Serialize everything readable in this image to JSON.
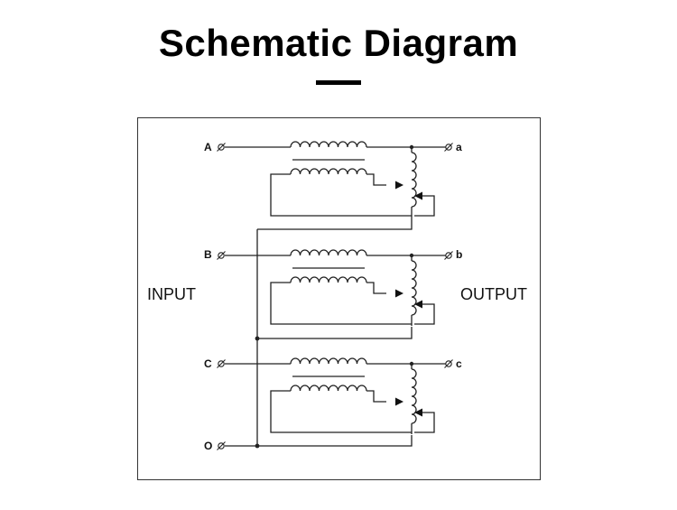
{
  "title": "Schematic Diagram",
  "input_label": "INPUT",
  "output_label": "OUTPUT",
  "phases": [
    {
      "input_terminal": "A",
      "output_terminal": "a"
    },
    {
      "input_terminal": "B",
      "output_terminal": "b"
    },
    {
      "input_terminal": "C",
      "output_terminal": "c"
    }
  ],
  "neutral_terminal": "O",
  "colors": {
    "line": "#222222",
    "title": "#000000"
  }
}
